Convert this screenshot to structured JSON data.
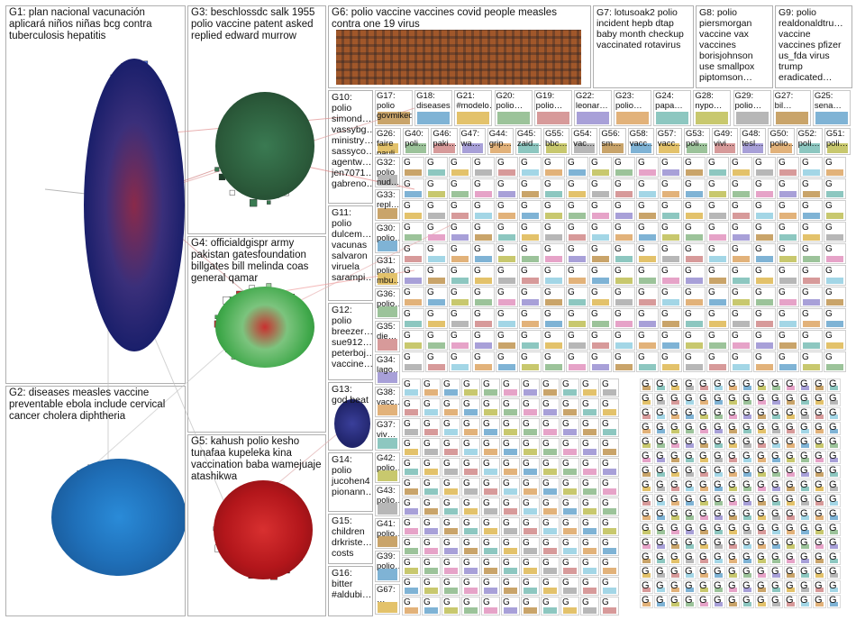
{
  "graph": {
    "groups": [
      {
        "id": "G1",
        "text": "G1: plan nacional vacunación aplicará niños niñas bcg contra tuberculosis hepatitis",
        "color": "#1a1f6b"
      },
      {
        "id": "G2",
        "text": "G2: diseases measles vaccine preventable ebola include cervical cancer cholera diphtheria",
        "color": "#1f6fb8"
      },
      {
        "id": "G3",
        "text": "G3: beschlossdc salk 1955 polio vaccine patent asked replied edward murrow",
        "color": "#2b5a3a"
      },
      {
        "id": "G4",
        "text": "G4: officialdgispr army pakistan gatesfoundation billgates bill melinda coas general qamar",
        "color": "#3fa84a"
      },
      {
        "id": "G5",
        "text": "G5: kahush polio kesho tunafaa kupeleka kina vaccination baba wamejuaje atashikwa",
        "color": "#b3161b"
      },
      {
        "id": "G6",
        "text": "G6: polio vaccine vaccines covid people measles contra one 19 virus",
        "color": "#c07a22"
      },
      {
        "id": "G7",
        "text": "G7: lotusoak2 polio incident hepb dtap baby month checkup vaccinated rotavirus",
        "color": "#d9c24a"
      },
      {
        "id": "G8",
        "text": "G8: polio piersmorgan vaccine vax vaccines borisjohnson use smallpox piptomson…",
        "color": "#7ba05b"
      },
      {
        "id": "G9",
        "text": "G9: polio realdonaldtru… vaccine vaccines pfizer us_fda virus trump eradicated…",
        "color": "#5a7fb0"
      },
      {
        "id": "G10",
        "text": "G10: polio simond… vassybg… ministry… sassyco… agentw… jen7071… gabreno…",
        "color": "#9aa0c8"
      },
      {
        "id": "G11",
        "text": "G11: polio dulcem… vacunas salvaron viruela sarampi…",
        "color": "#c9a2d8"
      },
      {
        "id": "G12",
        "text": "G12: polio breezer… sue912… peterboj… vaccine…",
        "color": "#8fb4d6"
      },
      {
        "id": "G13",
        "text": "G13: god beat",
        "color": "#20246a"
      },
      {
        "id": "G14",
        "text": "G14: polio jucohen4 pionann…",
        "color": "#6fa6d0"
      },
      {
        "id": "G15",
        "text": "G15: children drkriste… costs",
        "color": "#e0a83a"
      },
      {
        "id": "G16",
        "text": "G16: bitter #aldubi…",
        "color": "#4ab0a0"
      }
    ],
    "small_labels": [
      "G17: polio govmiked…",
      "G18: diseases…",
      "G21: #modelo…",
      "G20: polio…",
      "G19: polio…",
      "G22: leonar…",
      "G23: polio…",
      "G24: papa…",
      "G28: nypo…",
      "G29: polio…",
      "G27: bil…",
      "G25: sena…",
      "G26: faire pauli…",
      "G40: poli…",
      "G46: paki…",
      "G47: wa…",
      "G44: grip…",
      "G45: zaid…",
      "G55: bbc…",
      "G54: vac…",
      "G56: sm…",
      "G58: vacc…",
      "G57: vacc…",
      "G53: poli…",
      "G49: vivi…",
      "G48: tesl…",
      "G50: polio…",
      "G52: poli…",
      "G51: poli…",
      "G32: polio nud…",
      "G33: repl…",
      "G30: polio…",
      "G31: polio mbu…",
      "G36: polio…",
      "G35: die…",
      "G34: lago…",
      "G38: vacc…",
      "G37: viv…",
      "G42: polio…",
      "G43: polio…",
      "G41: polio…",
      "G39: polio…",
      "G67: …"
    ],
    "mosaic_label": "G"
  }
}
